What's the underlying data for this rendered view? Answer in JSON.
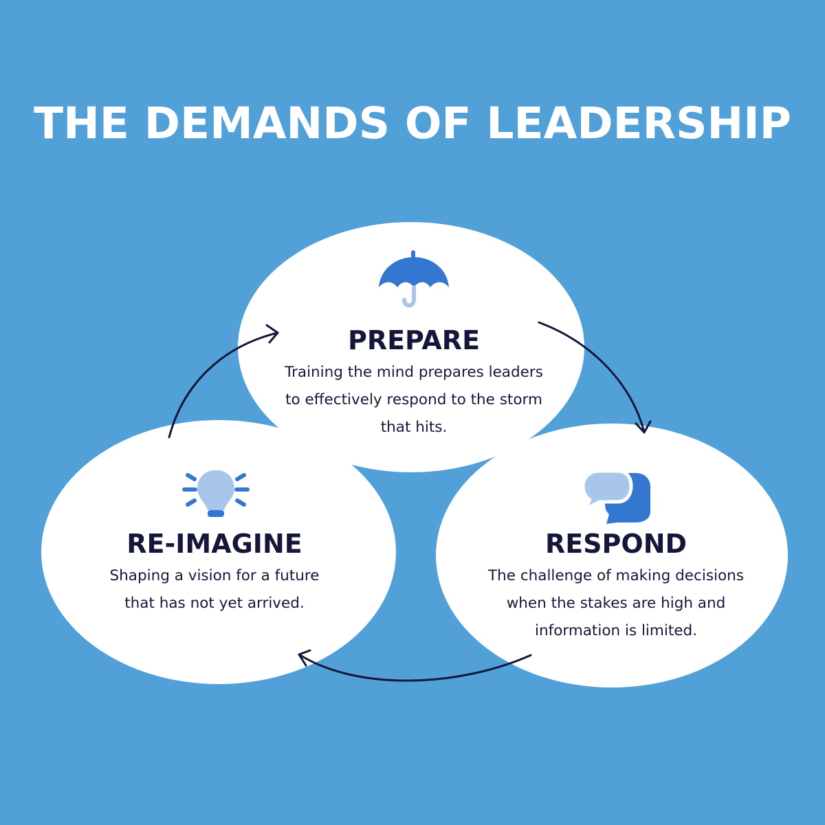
{
  "title": "THE DEMANDS OF LEADERSHIP",
  "colors": {
    "background": "#51a1d8",
    "circle": "#ffffff",
    "text": "#15173a",
    "icon_dark": "#3477d0",
    "icon_light": "#a7c6ea",
    "arrow": "#15173a"
  },
  "nodes": {
    "prepare": {
      "heading": "PREPARE",
      "desc": [
        "Training the mind prepares leaders",
        "to effectively respond to the storm",
        "that hits."
      ],
      "icon": "umbrella-icon"
    },
    "reimagine": {
      "heading": "RE-IMAGINE",
      "desc": [
        "Shaping a vision for a future",
        "that has not yet arrived."
      ],
      "icon": "lightbulb-icon"
    },
    "respond": {
      "heading": "RESPOND",
      "desc": [
        "The challenge of making decisions",
        "when the stakes are high and",
        "information is limited."
      ],
      "icon": "chat-bubbles-icon"
    }
  }
}
